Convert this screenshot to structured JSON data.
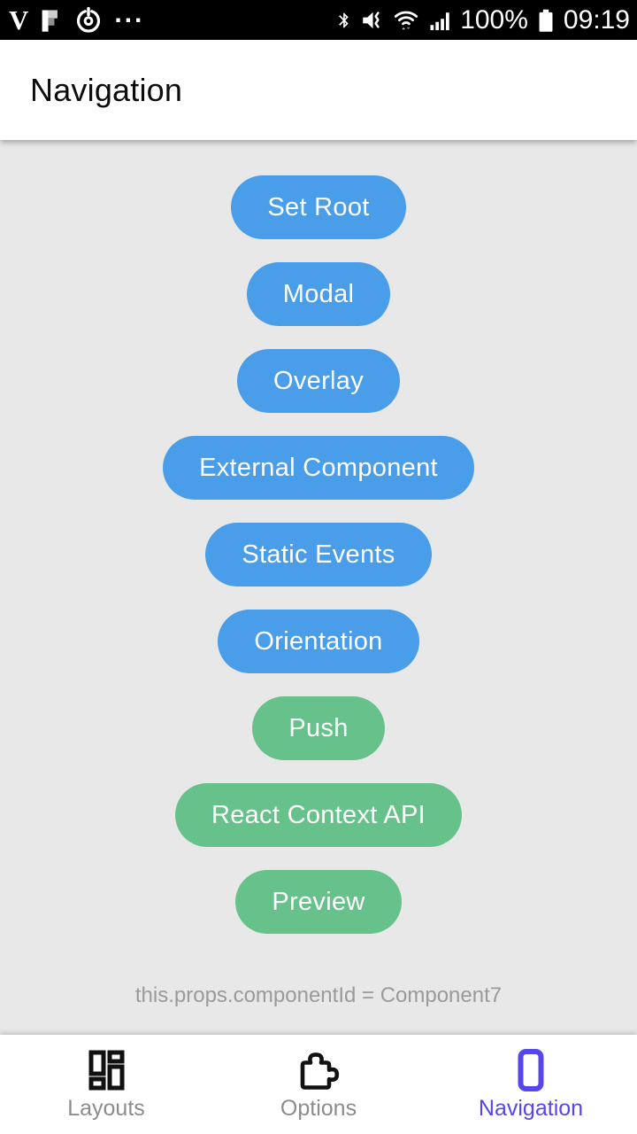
{
  "status_bar": {
    "left_icons": [
      "v-logo",
      "blocks-glyph-icon",
      "timer-icon",
      "overflow-ellipsis"
    ],
    "ellipsis": "...",
    "right_icons": [
      "bluetooth-icon",
      "vibrate-mute-icon",
      "wifi-icon",
      "signal-icon",
      "battery-icon"
    ],
    "battery_percent": "100%",
    "time": "09:19"
  },
  "app_bar": {
    "title": "Navigation"
  },
  "content": {
    "buttons": [
      {
        "label": "Set Root",
        "color": "blue"
      },
      {
        "label": "Modal",
        "color": "blue"
      },
      {
        "label": "Overlay",
        "color": "blue"
      },
      {
        "label": "External Component",
        "color": "blue"
      },
      {
        "label": "Static Events",
        "color": "blue"
      },
      {
        "label": "Orientation",
        "color": "blue"
      },
      {
        "label": "Push",
        "color": "green"
      },
      {
        "label": "React Context API",
        "color": "green"
      },
      {
        "label": "Preview",
        "color": "green"
      }
    ],
    "footer_note": "this.props.componentId = Component7"
  },
  "tab_bar": {
    "tabs": [
      {
        "label": "Layouts",
        "icon": "layouts-grid-icon",
        "active": false
      },
      {
        "label": "Options",
        "icon": "puzzle-icon",
        "active": false
      },
      {
        "label": "Navigation",
        "icon": "phone-outline-icon",
        "active": true
      }
    ]
  },
  "colors": {
    "button_blue": "#4a9de9",
    "button_green": "#67c18a",
    "accent_purple": "#5647ec",
    "content_background": "#e8e8e8",
    "inactive_tab_gray": "#8c8c8c",
    "status_bar_black": "#000000"
  }
}
